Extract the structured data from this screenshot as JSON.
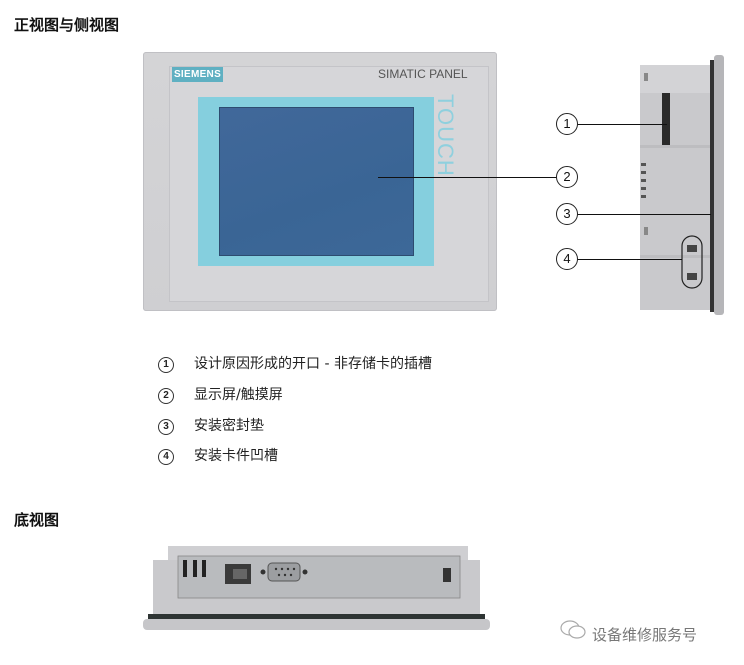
{
  "headings": {
    "front_side": "正视图与侧视图",
    "bottom": "底视图"
  },
  "front_panel": {
    "brand": "SIEMENS",
    "model": "SIMATIC PANEL",
    "touch_label": "TOUCH",
    "colors": {
      "brand_badge": "#5fb0c2",
      "bezel": "#85cfde",
      "screen": "#3d6898",
      "housing": "#d4d4d6"
    }
  },
  "callouts": [
    {
      "num": "1"
    },
    {
      "num": "2"
    },
    {
      "num": "3"
    },
    {
      "num": "4"
    }
  ],
  "legend": [
    {
      "num": "1",
      "text": "设计原因形成的开口 - 非存储卡的插槽"
    },
    {
      "num": "2",
      "text": "显示屏/触摸屏"
    },
    {
      "num": "3",
      "text": "安装密封垫"
    },
    {
      "num": "4",
      "text": "安装卡件凹槽"
    }
  ],
  "watermark": {
    "icon": "wechat-icon",
    "text": "设备维修服务号"
  }
}
